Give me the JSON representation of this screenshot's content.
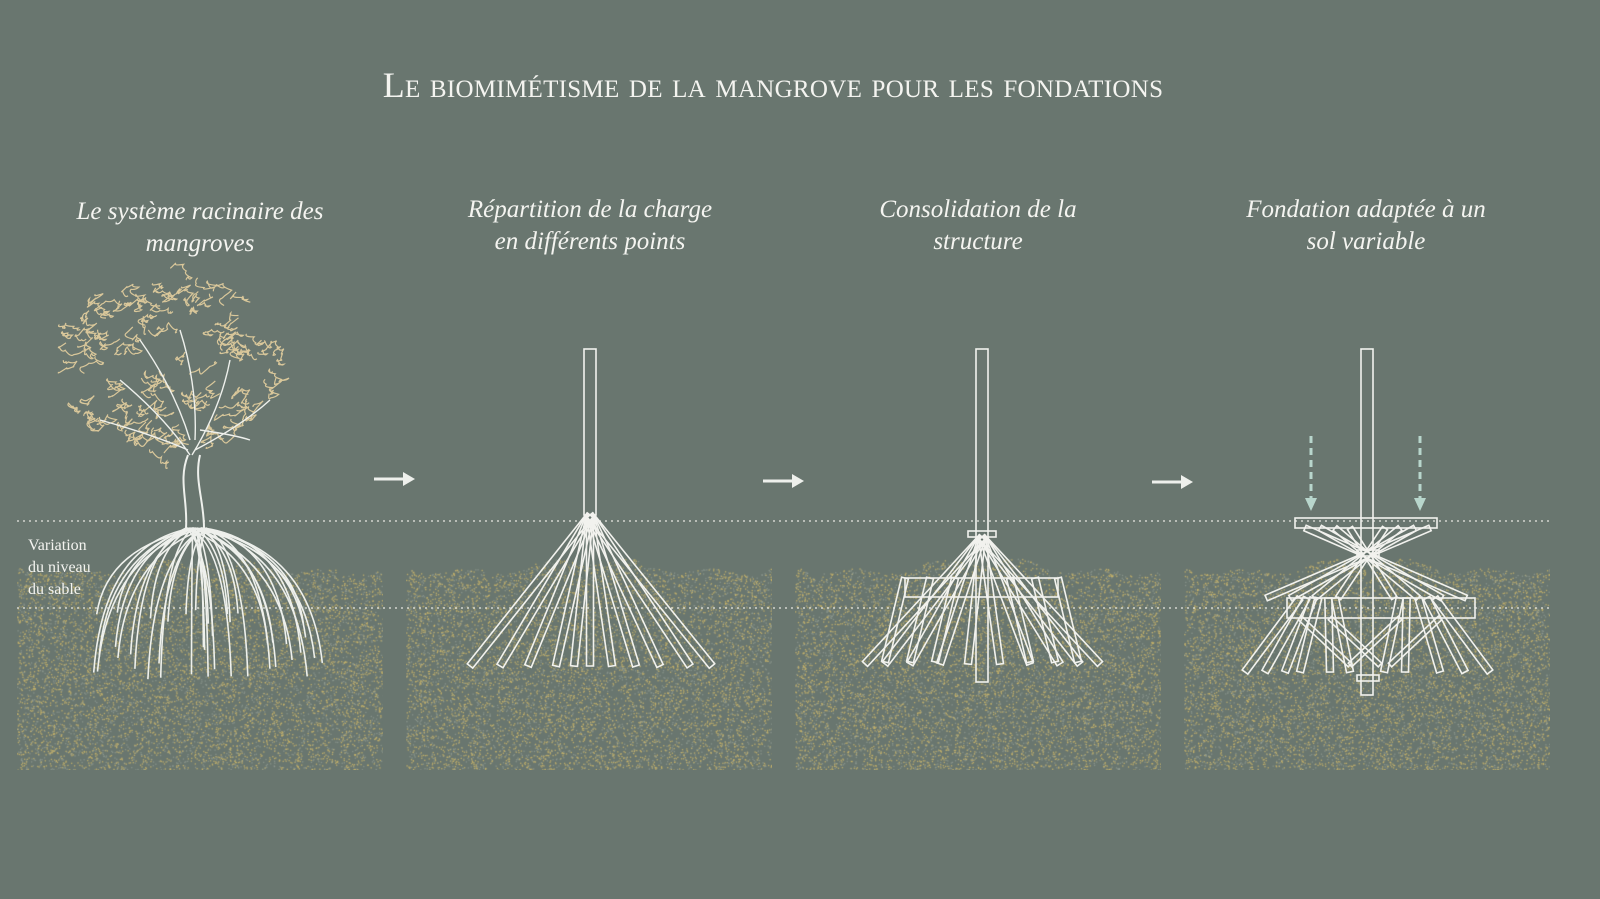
{
  "title": "Le biomimétisme de la mangrove pour les fondations",
  "panels": [
    {
      "caption_line1": "Le système racinaire des",
      "caption_line2": "mangroves"
    },
    {
      "caption_line1": "Répartition de la charge",
      "caption_line2": "en différents points"
    },
    {
      "caption_line1": "Consolidation de la",
      "caption_line2": "structure"
    },
    {
      "caption_line1": "Fondation adaptée à un",
      "caption_line2": "sol variable"
    }
  ],
  "sand_label": {
    "line1": "Variation",
    "line2": "du niveau",
    "line3": "du sable"
  },
  "icons": [
    "arrow-right-icon",
    "arrow-down-dashed-icon"
  ],
  "colors": {
    "background": "#69766f",
    "lines": "#f2f2ee",
    "foliage": "#d9c79a",
    "sand": "#c8b26a",
    "load_arrow": "#b8d6cc"
  }
}
